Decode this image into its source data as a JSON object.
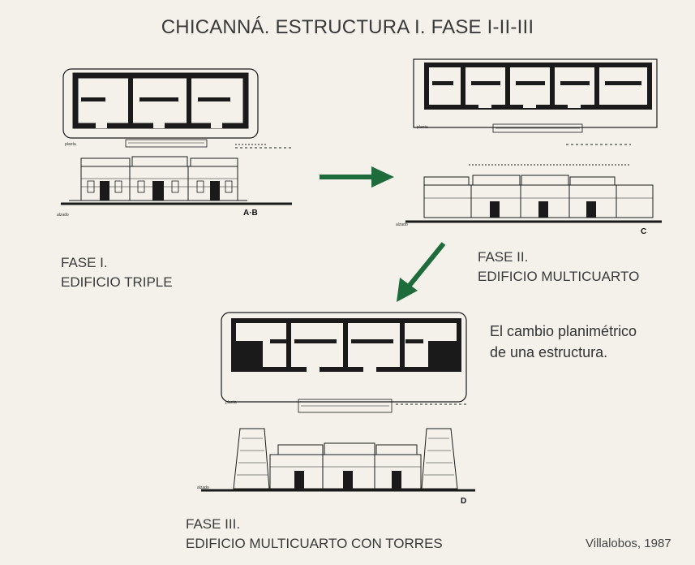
{
  "title": "CHICANNÁ. ESTRUCTURA I. FASE I-II-III",
  "phase1": {
    "line1": "FASE I.",
    "line2": "EDIFICIO TRIPLE",
    "drawing_label": "A·B"
  },
  "phase2": {
    "line1": "FASE II.",
    "line2": "EDIFICIO MULTICUARTO",
    "drawing_label": "C"
  },
  "phase3": {
    "line1": "FASE III.",
    "line2": "EDIFICIO MULTICUARTO CON TORRES",
    "drawing_label": "D"
  },
  "note": {
    "line1": "El cambio planimétrico",
    "line2": "de una estructura."
  },
  "credit": "Villalobos, 1987",
  "colors": {
    "arrow": "#1e6b3c",
    "ink": "#1a1a1a",
    "background": "#f3f1ea"
  }
}
